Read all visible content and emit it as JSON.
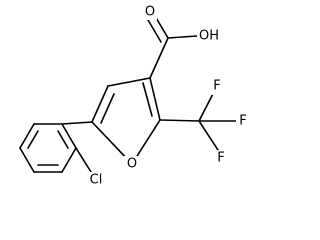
{
  "molecule": {
    "atoms": {
      "carboxyl_oxygen_double": "O",
      "carboxyl_hydroxyl": "OH",
      "ring_oxygen": "O",
      "fluorine_top": "F",
      "fluorine_right": "F",
      "fluorine_bottom": "F",
      "chlorine": "Cl"
    }
  }
}
